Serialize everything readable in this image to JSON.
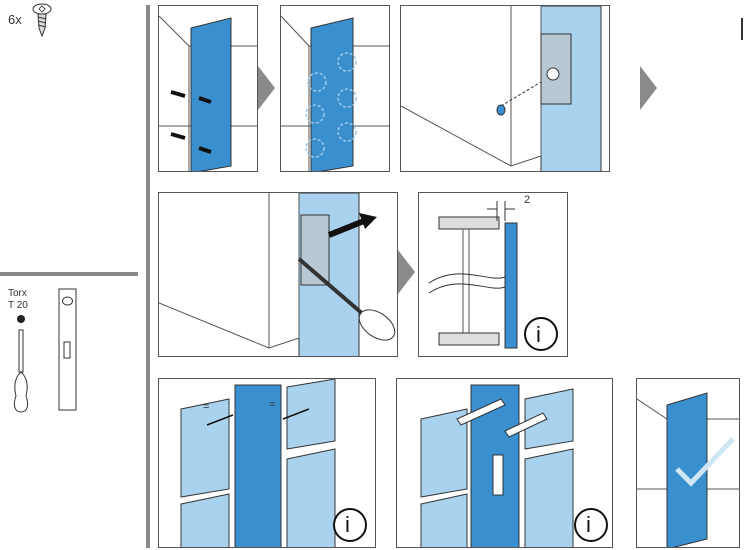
{
  "parts": {
    "screw_count": "6x"
  },
  "tools": {
    "torx_label": "Torx",
    "torx_size": "T 20"
  },
  "steps": {
    "gap_measure": "2",
    "equal_sign_1": "=",
    "equal_sign_2": "=",
    "info_symbol": "i"
  },
  "colors": {
    "panel_dark": "#3a8fcf",
    "panel_light": "#a9d2ee",
    "divider": "#8a8a8a"
  }
}
